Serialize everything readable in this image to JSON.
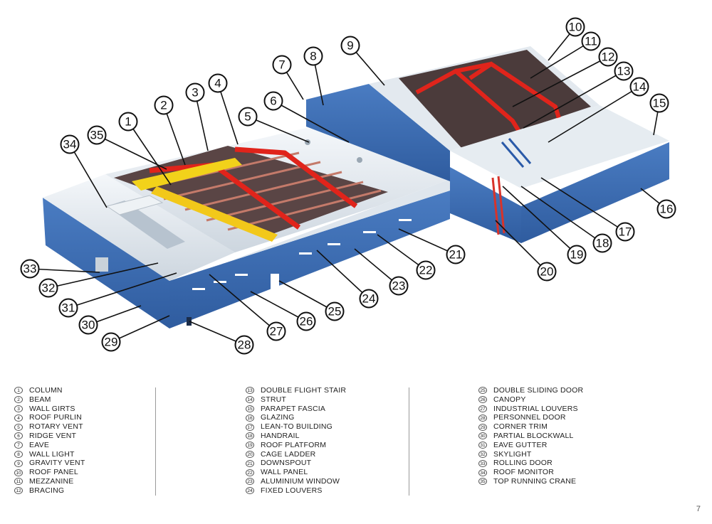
{
  "colors": {
    "wall": "#3c6bb0",
    "roof": "#e8eef4",
    "steel": "#e0241b",
    "crane": "#f2d21a"
  },
  "legend": {
    "col1": [
      {
        "num": "1",
        "label": "COLUMN"
      },
      {
        "num": "2",
        "label": "BEAM"
      },
      {
        "num": "3",
        "label": "WALL GIRTS"
      },
      {
        "num": "4",
        "label": "ROOF PURLIN"
      },
      {
        "num": "5",
        "label": "ROTARY VENT"
      },
      {
        "num": "6",
        "label": "RIDGE VENT"
      },
      {
        "num": "7",
        "label": "EAVE"
      },
      {
        "num": "8",
        "label": "WALL LIGHT"
      },
      {
        "num": "9",
        "label": "GRAVITY VENT"
      },
      {
        "num": "10",
        "label": "ROOF PANEL"
      },
      {
        "num": "11",
        "label": "MEZZANINE"
      },
      {
        "num": "12",
        "label": "BRACING"
      }
    ],
    "col2": [
      {
        "num": "13",
        "label": "DOUBLE FLIGHT STAIR"
      },
      {
        "num": "14",
        "label": "STRUT"
      },
      {
        "num": "15",
        "label": "PARAPET FASCIA"
      },
      {
        "num": "16",
        "label": "GLAZING"
      },
      {
        "num": "17",
        "label": "LEAN-TO BUILDING"
      },
      {
        "num": "18",
        "label": "HANDRAIL"
      },
      {
        "num": "19",
        "label": "ROOF PLATFORM"
      },
      {
        "num": "20",
        "label": "CAGE LADDER"
      },
      {
        "num": "21",
        "label": "DOWNSPOUT"
      },
      {
        "num": "22",
        "label": "WALL PANEL"
      },
      {
        "num": "23",
        "label": "ALUMINIUM WINDOW"
      },
      {
        "num": "24",
        "label": "FIXED LOUVERS"
      }
    ],
    "col3": [
      {
        "num": "25",
        "label": "DOUBLE SLIDING DOOR"
      },
      {
        "num": "26",
        "label": "CANOPY"
      },
      {
        "num": "27",
        "label": "INDUSTRIAL LOUVERS"
      },
      {
        "num": "28",
        "label": "PERSONNEL DOOR"
      },
      {
        "num": "29",
        "label": "CORNER TRIM"
      },
      {
        "num": "30",
        "label": "PARTIAL BLOCKWALL"
      },
      {
        "num": "31",
        "label": "EAVE GUTTER"
      },
      {
        "num": "32",
        "label": "SKYLIGHT"
      },
      {
        "num": "33",
        "label": "ROLLING DOOR"
      },
      {
        "num": "34",
        "label": "ROOF MONITOR"
      },
      {
        "num": "35",
        "label": "TOP RUNNING CRANE"
      }
    ]
  },
  "page_number": "7"
}
